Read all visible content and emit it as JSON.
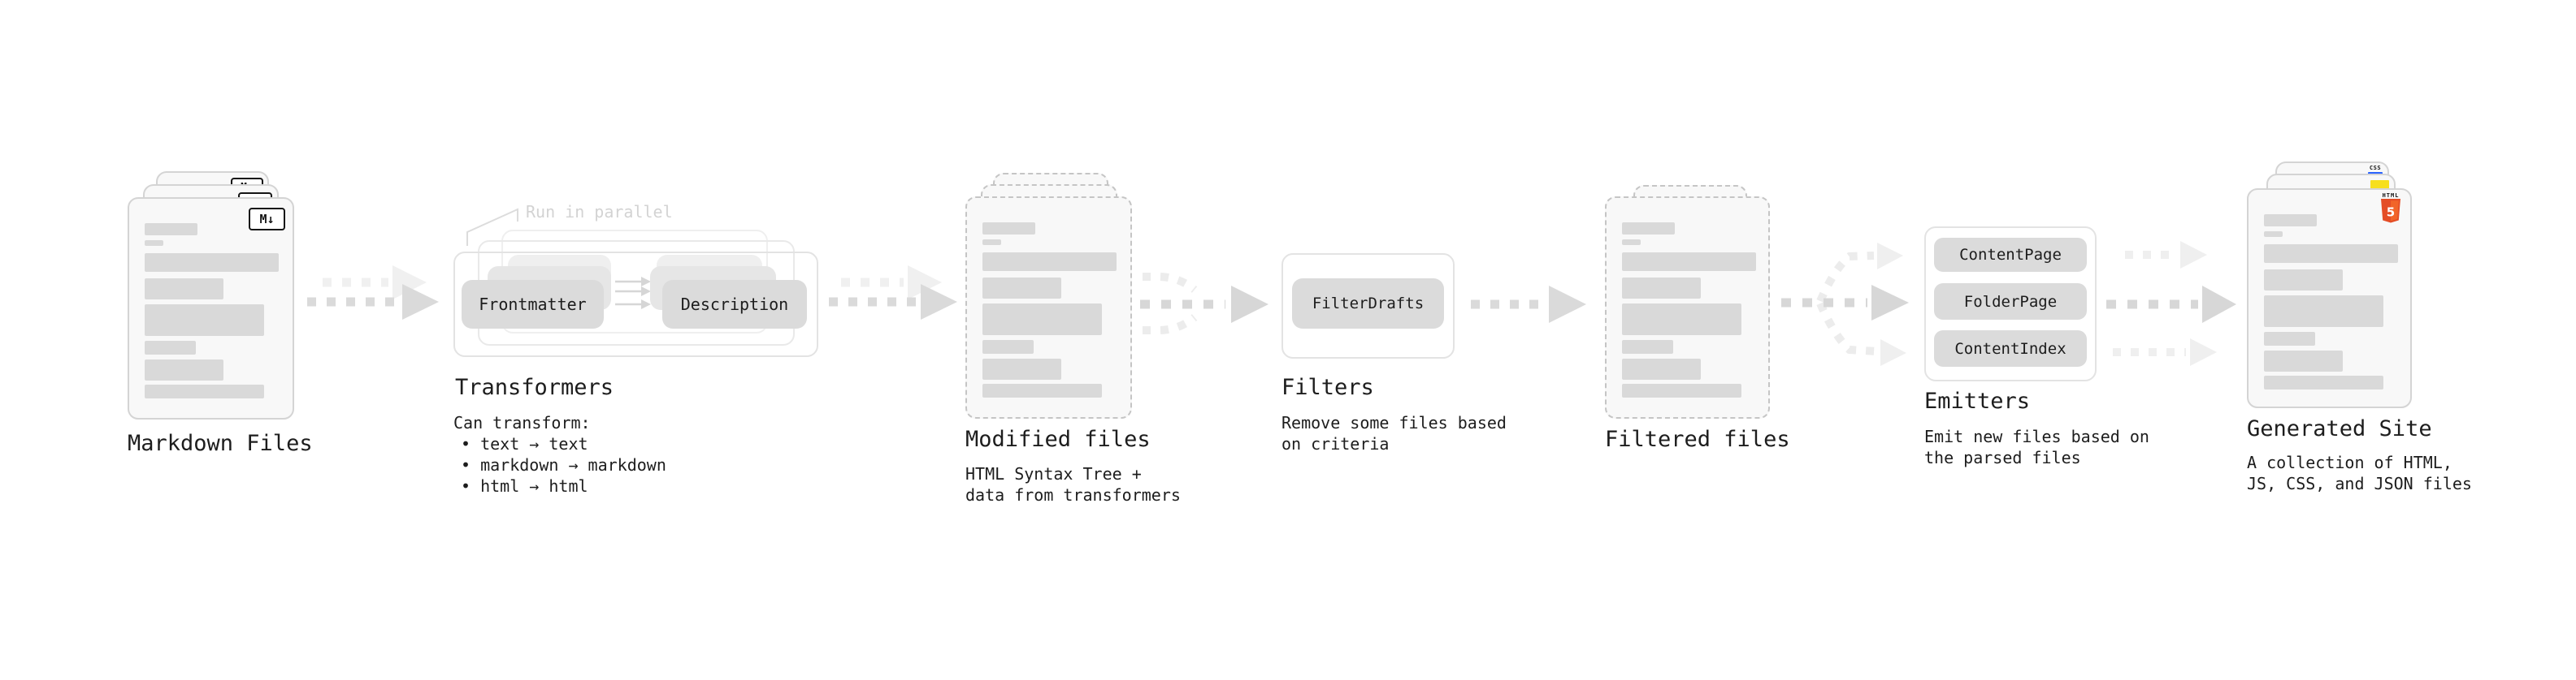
{
  "colors": {
    "html5_orange": "#e44d26",
    "html5_orange_light": "#f16529",
    "js_yellow": "#f7df1e",
    "css_blue": "#2962ff",
    "arrow_dark": "#dadada",
    "arrow_light": "#f0f0f0"
  },
  "stages": {
    "markdown": {
      "label": "Markdown Files",
      "badge": "M↓"
    },
    "transformers": {
      "label": "Transformers",
      "note": "Run in parallel",
      "box_a": "Frontmatter",
      "box_b": "Description",
      "desc_title": "Can transform:",
      "bullets": [
        "• text → text",
        "• markdown → markdown",
        "• html → html"
      ]
    },
    "modified": {
      "label": "Modified files",
      "desc": [
        "HTML Syntax Tree +",
        "data from transformers"
      ]
    },
    "filters": {
      "label": "Filters",
      "box": "FilterDrafts",
      "desc": [
        "Remove some files based",
        "on criteria"
      ]
    },
    "filtered": {
      "label": "Filtered files"
    },
    "emitters": {
      "label": "Emitters",
      "boxes": [
        "ContentPage",
        "FolderPage",
        "ContentIndex"
      ],
      "desc": [
        "Emit new files based on",
        "the parsed files"
      ]
    },
    "site": {
      "label": "Generated Site",
      "desc": [
        "A collection of HTML,",
        "JS, CSS, and JSON files"
      ],
      "badges": {
        "css": "CSS",
        "html_text": "HTML",
        "html_number": "5"
      }
    }
  }
}
